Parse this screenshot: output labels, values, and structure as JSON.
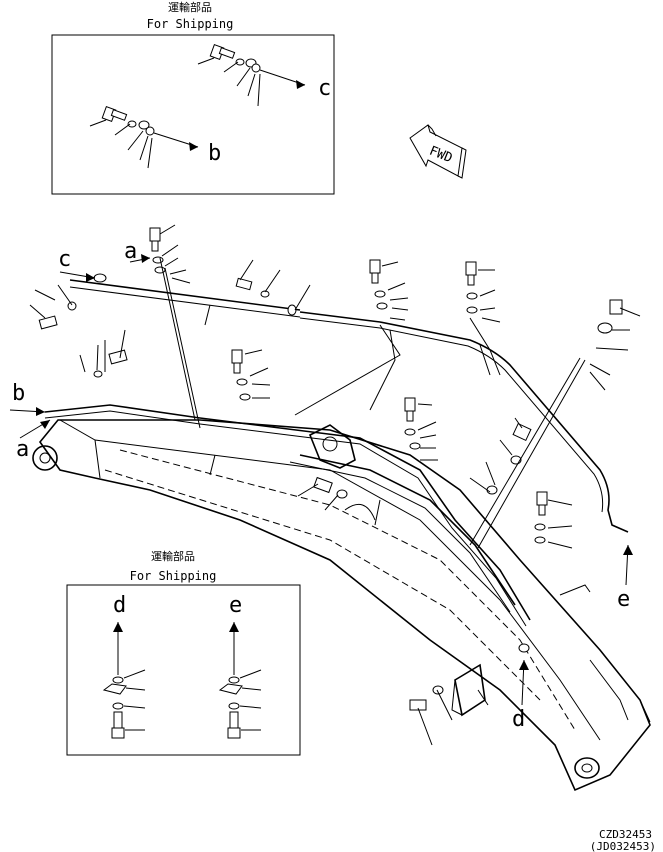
{
  "shipping_top": {
    "jp": "運輸部品",
    "en": "For Shipping"
  },
  "shipping_bottom": {
    "jp": "運輸部品",
    "en": "For Shipping"
  },
  "fwd_label": "FWD",
  "callouts": {
    "a_top": "a",
    "a_left": "a",
    "b_box": "b",
    "b_left": "b",
    "c_box": "c",
    "c_top": "c",
    "d_box": "d",
    "d_main": "d",
    "e_box": "e",
    "e_right": "e"
  },
  "drawing_code": "CZD32453",
  "drawing_code_alt": "(JD032453)"
}
